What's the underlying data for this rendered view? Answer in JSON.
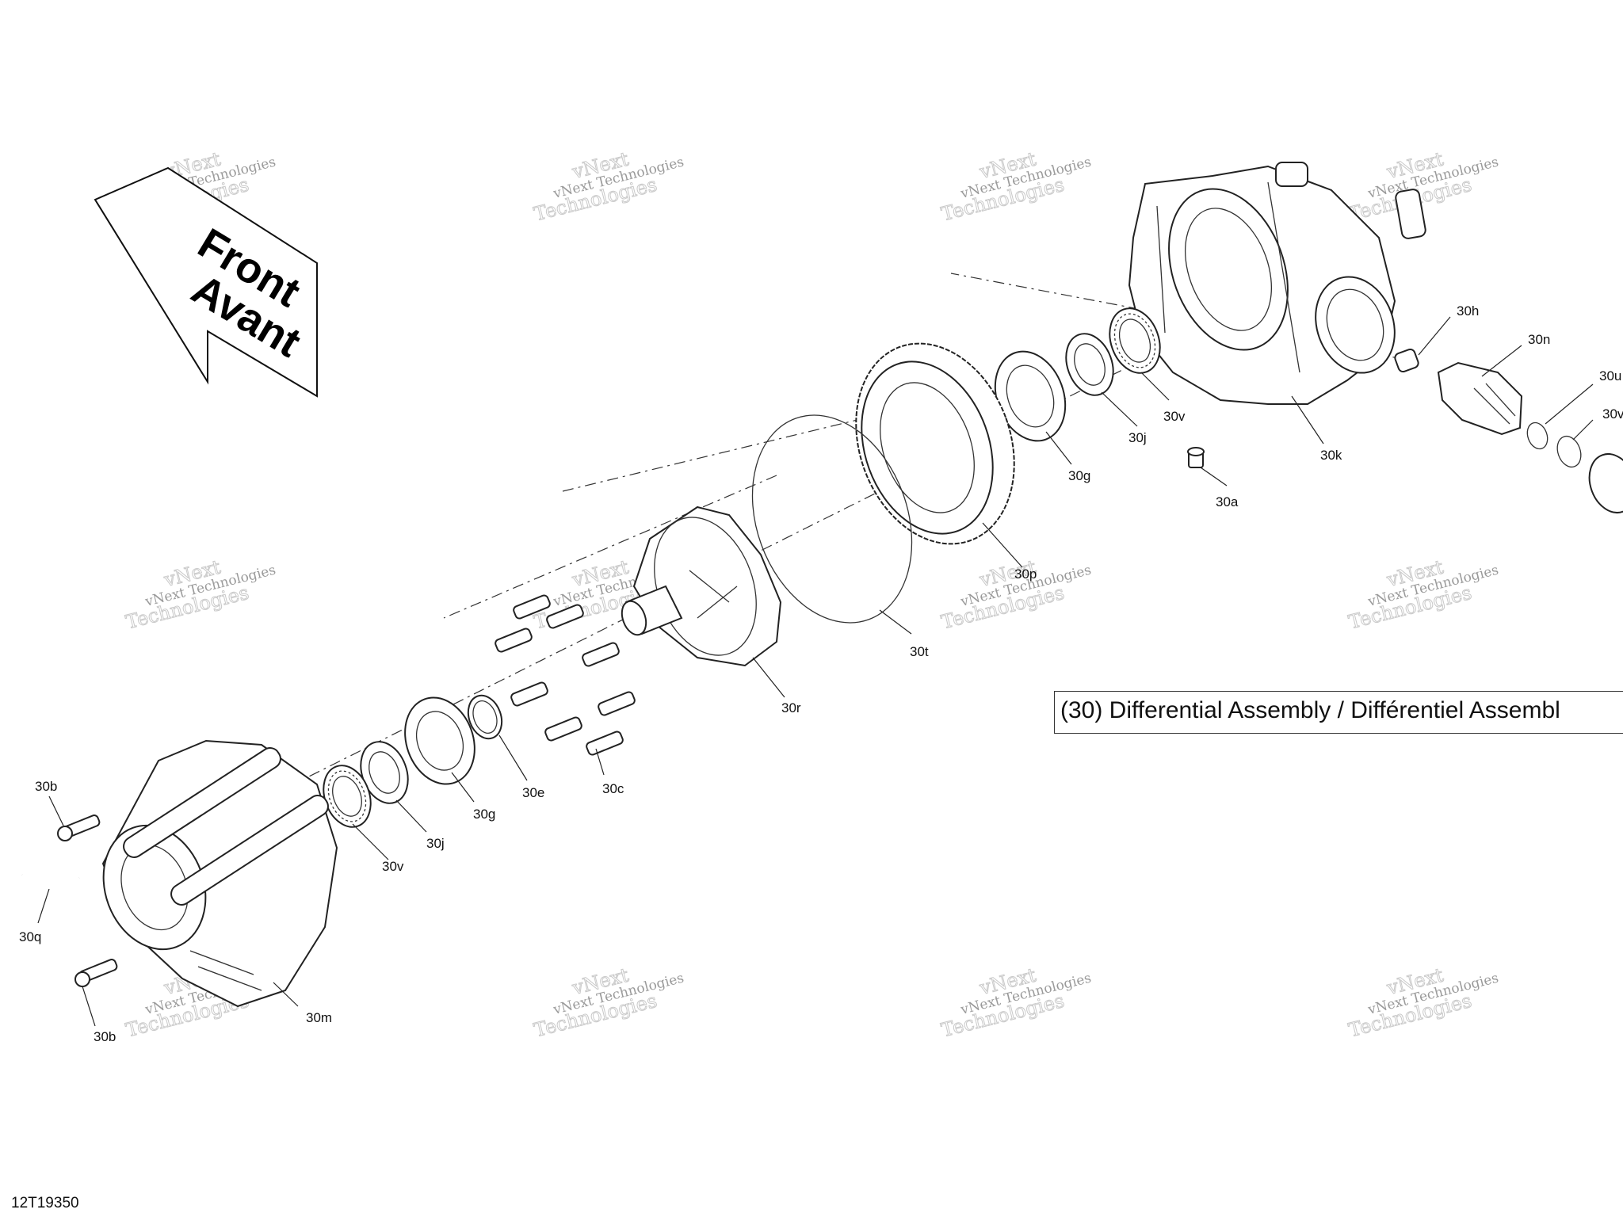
{
  "direction_arrow": {
    "line1": "Front",
    "line2": "Avant"
  },
  "assembly_title": "(30) Differential Assembly / Différentiel Assembl",
  "drawing_number": "12T19350",
  "watermark": {
    "line1": "vNext Technologies",
    "line2": "Technologies",
    "line0": "vNext"
  },
  "callouts": {
    "c30h": "30h",
    "c30n": "30n",
    "c30u": "30u",
    "c30w": "30v",
    "c30v_top": "30v",
    "c30j_top": "30j",
    "c30k": "30k",
    "c30g_top": "30g",
    "c30a": "30a",
    "c30p": "30p",
    "c30t": "30t",
    "c30r": "30r",
    "c30e": "30e",
    "c30c": "30c",
    "c30g_bot": "30g",
    "c30j_bot": "30j",
    "c30v_bot": "30v",
    "c30b_top": "30b",
    "c30q": "30q",
    "c30m": "30m",
    "c30b_bot": "30b"
  }
}
